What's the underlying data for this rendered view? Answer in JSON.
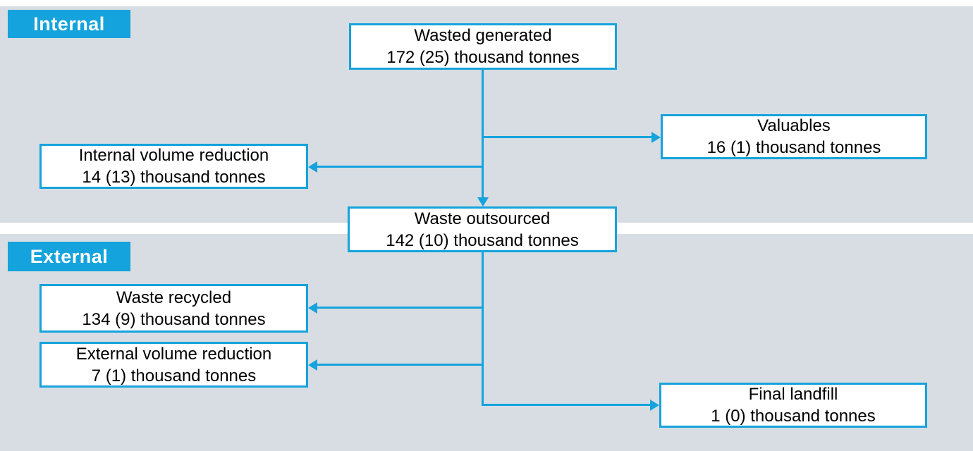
{
  "colors": {
    "accent": "#14A3DC",
    "background": "#D8DDE3",
    "box_background": "#FFFFFF",
    "box_text": "#000000",
    "section_label_text": "#FFFFFF",
    "divider": "#FFFFFF"
  },
  "diagram": {
    "sections": [
      {
        "id": "internal",
        "label": "Internal"
      },
      {
        "id": "external",
        "label": "External"
      }
    ],
    "nodes": [
      {
        "id": "waste-generated",
        "title": "Wasted generated",
        "value": "172 (25) thousand tonnes"
      },
      {
        "id": "valuables",
        "title": "Valuables",
        "value": "16 (1) thousand tonnes"
      },
      {
        "id": "internal-volume-reduction",
        "title": "Internal volume reduction",
        "value": "14 (13) thousand tonnes"
      },
      {
        "id": "waste-outsourced",
        "title": "Waste outsourced",
        "value": "142 (10) thousand tonnes"
      },
      {
        "id": "waste-recycled",
        "title": "Waste recycled",
        "value": "134 (9) thousand tonnes"
      },
      {
        "id": "external-volume-reduction",
        "title": "External volume reduction",
        "value": "7 (1) thousand tonnes"
      },
      {
        "id": "final-landfill",
        "title": "Final landfill",
        "value": "1 (0) thousand tonnes"
      }
    ],
    "edges": [
      {
        "from": "waste-generated",
        "to": "valuables"
      },
      {
        "from": "waste-generated",
        "to": "internal-volume-reduction"
      },
      {
        "from": "waste-generated",
        "to": "waste-outsourced"
      },
      {
        "from": "waste-outsourced",
        "to": "waste-recycled"
      },
      {
        "from": "waste-outsourced",
        "to": "external-volume-reduction"
      },
      {
        "from": "waste-outsourced",
        "to": "final-landfill"
      }
    ]
  }
}
